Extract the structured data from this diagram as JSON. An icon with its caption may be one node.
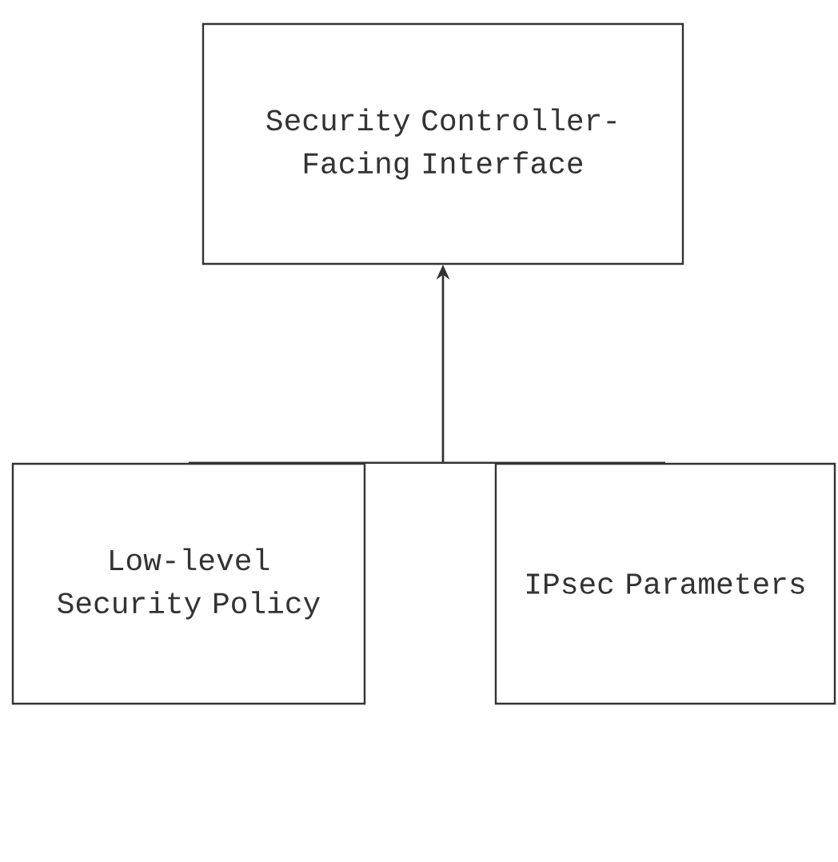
{
  "diagram": {
    "nodes": [
      {
        "text": [
          "Security Controller-Facing Interface"
        ]
      },
      {
        "text": [
          "Low-level Security Policy"
        ]
      },
      {
        "text": [
          "IPsec Parameters"
        ]
      }
    ],
    "edges": [
      {
        "from": 1,
        "to": 0,
        "arrow": "to"
      },
      {
        "from": 2,
        "to": 0,
        "arrow": "to"
      }
    ]
  }
}
